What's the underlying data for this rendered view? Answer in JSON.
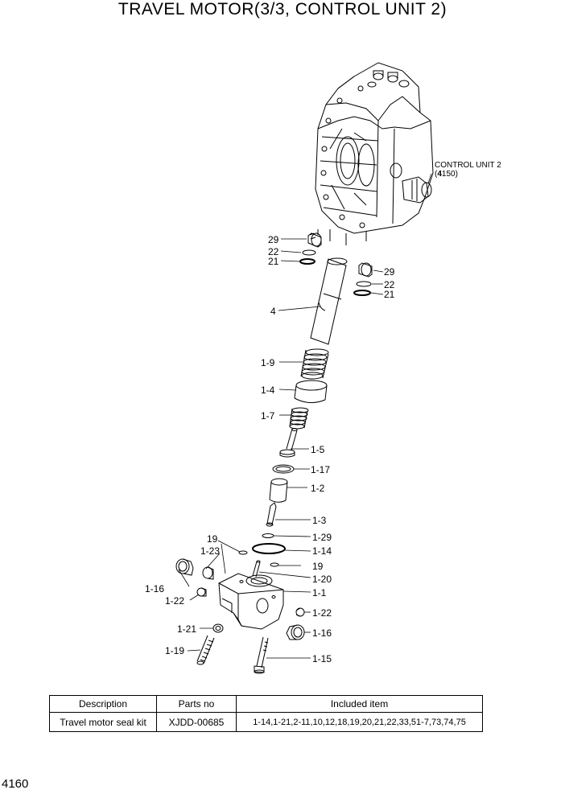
{
  "title": "TRAVEL MOTOR(3/3, CONTROL UNIT 2)",
  "page_number": "4160",
  "callout": {
    "line1": "CONTROL UNIT 2",
    "line2_bold": "4",
    "line2_rest": "150)",
    "line2_open": "("
  },
  "labels": {
    "p29a": "29",
    "p22a": "22",
    "p21a": "21",
    "p29b": "29",
    "p22b": "22",
    "p21b": "21",
    "p4": "4",
    "p1_9": "1-9",
    "p1_4": "1-4",
    "p1_7": "1-7",
    "p1_5": "1-5",
    "p1_17": "1-17",
    "p1_2": "1-2",
    "p1_3": "1-3",
    "p19a": "19",
    "p1_29": "1-29",
    "p1_23": "1-23",
    "p1_14": "1-14",
    "p19b": "19",
    "p1_16a": "1-16",
    "p1_20": "1-20",
    "p1_22a": "1-22",
    "p1_1": "1-1",
    "p1_22b": "1-22",
    "p1_21": "1-21",
    "p1_16b": "1-16",
    "p1_19": "1-19",
    "p1_15": "1-15"
  },
  "table": {
    "headers": [
      "Description",
      "Parts no",
      "Included item"
    ],
    "rows": [
      [
        "Travel motor seal kit",
        "XJDD-00685",
        "1-14,1-21,2-11,10,12,18,19,20,21,22,33,51-7,73,74,75"
      ]
    ]
  }
}
